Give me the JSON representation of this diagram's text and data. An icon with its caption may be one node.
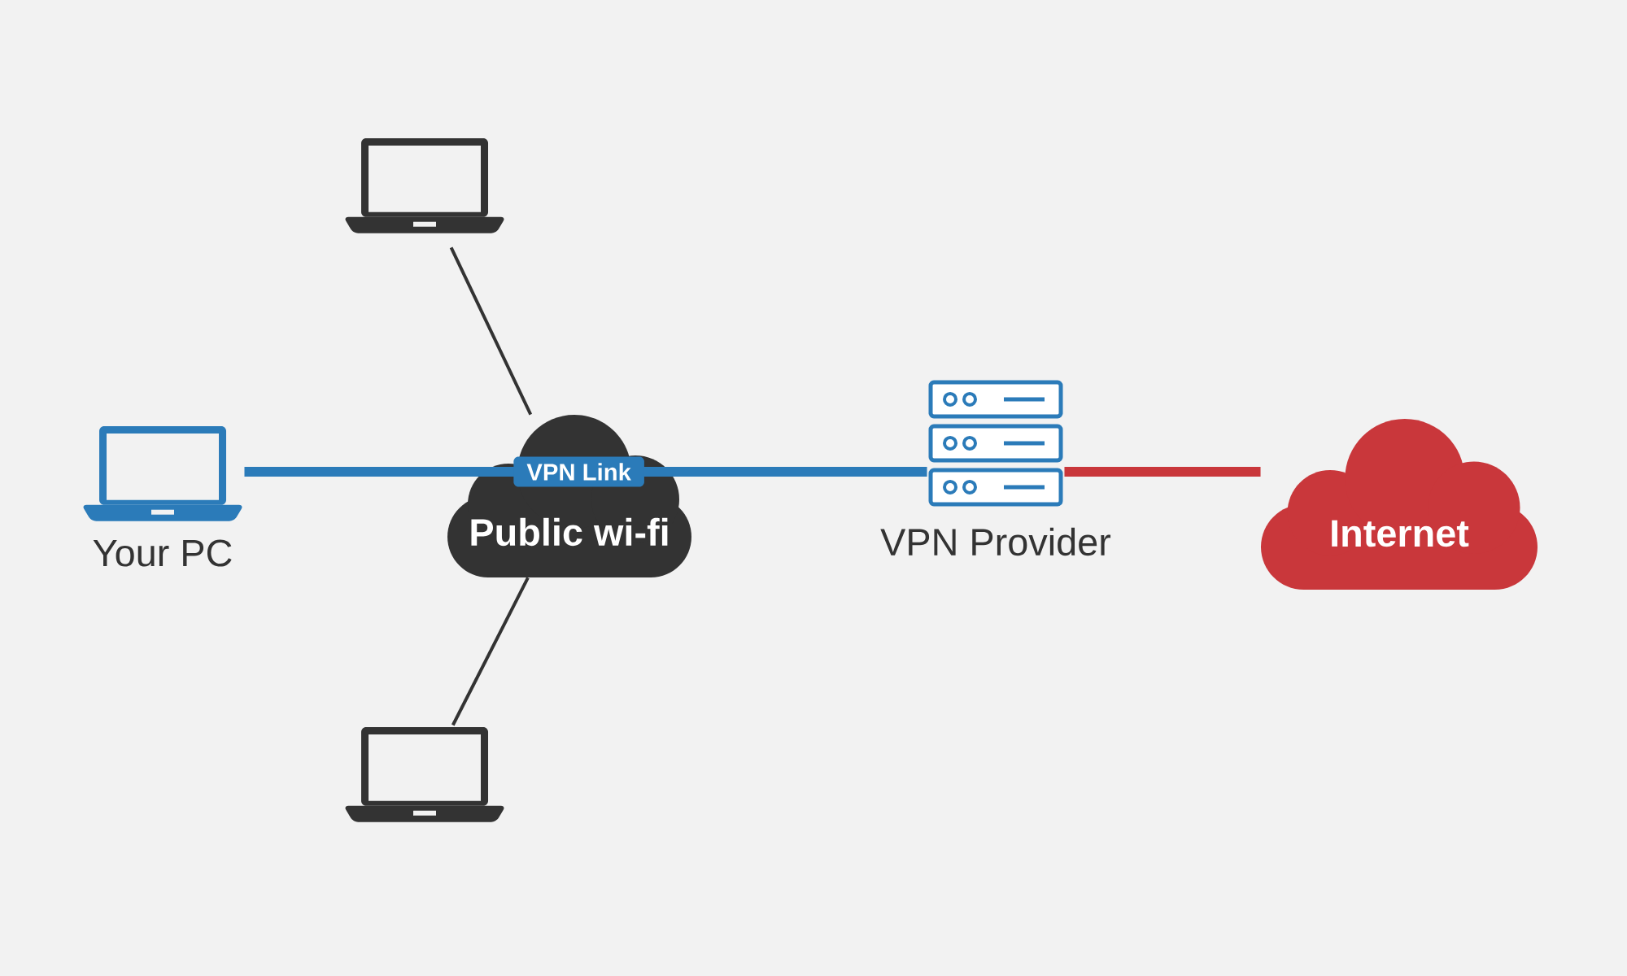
{
  "diagram": {
    "nodes": [
      {
        "text": [
          "Your PC"
        ]
      },
      {
        "text": [],
        "shape": "picture"
      },
      {
        "text": [
          "Public wi-fi"
        ]
      },
      {
        "text": [],
        "shape": "picture"
      },
      {
        "text": [
          "VPN Provider"
        ]
      },
      {
        "text": [
          "Internet"
        ]
      }
    ],
    "edges": [
      {
        "from": 0,
        "to": 4,
        "arrow": "none",
        "label": "VPN Link",
        "style": "thick",
        "color": "#2b7bb9"
      },
      {
        "from": 1,
        "to": 2,
        "arrow": "none"
      },
      {
        "from": 2,
        "to": 3,
        "arrow": "none"
      },
      {
        "from": 4,
        "to": 5,
        "arrow": "none",
        "style": "thick",
        "color": "#c9373b"
      }
    ]
  }
}
